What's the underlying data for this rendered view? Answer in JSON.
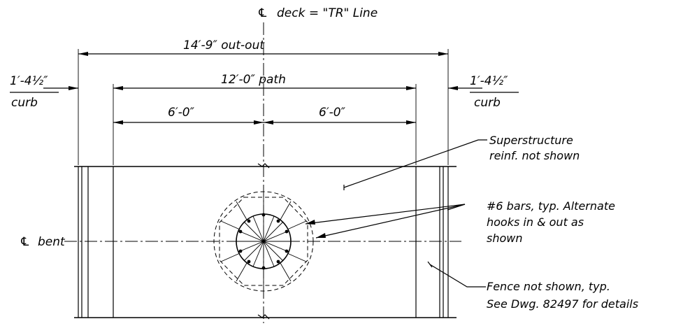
{
  "labels": {
    "deck_centerline": "deck = \"TR\" Line",
    "deck_centerline_symbol": "℄",
    "out_out": "14′-9″ out-out",
    "path": "12′-0″ path",
    "half_left": "6′-0″",
    "half_right": "6′-0″",
    "curb_left_dim": "1′-4½″",
    "curb_left_word": "curb",
    "curb_right_dim": "1′-4½″",
    "curb_right_word": "curb",
    "bent_symbol": "℄",
    "bent_label": "bent",
    "superstructure_line1": "Superstructure",
    "superstructure_line2": "reinf. not shown",
    "bars_line1": "#6 bars, typ. Alternate",
    "bars_line2": "hooks in & out as",
    "bars_line3": "shown",
    "fence_line1": "Fence not shown, typ.",
    "fence_line2": "See Dwg. 82497 for details"
  }
}
